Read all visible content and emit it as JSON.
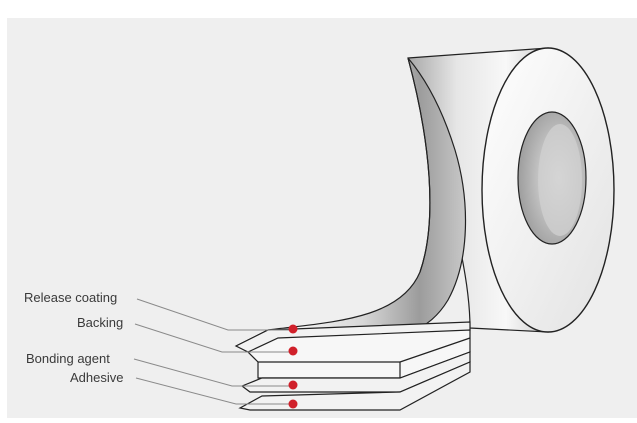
{
  "diagram": {
    "layers": [
      {
        "key": "release_coating",
        "label": "Release coating"
      },
      {
        "key": "backing",
        "label": "Backing"
      },
      {
        "key": "bonding_agent",
        "label": "Bonding agent"
      },
      {
        "key": "adhesive",
        "label": "Adhesive"
      }
    ]
  },
  "colors": {
    "background": "#efefef",
    "frame": "#ffffff",
    "marker": "#d0202a",
    "outline": "#222222",
    "leader_line": "#8a8a8a",
    "tape_light": "#f4f4f4",
    "tape_dark": "#9a9a9a"
  }
}
